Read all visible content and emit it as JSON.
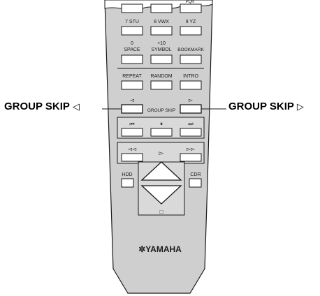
{
  "remote": {
    "top_row": [
      "7 STU",
      "8 VWX",
      "9 YZ"
    ],
    "row2": [
      {
        "line1": "0",
        "line2": "SPACE"
      },
      {
        "line1": "+10",
        "line2": "SYMBOL"
      },
      {
        "line1": "",
        "line2": "BOOKMARK"
      }
    ],
    "row3": [
      "REPEAT",
      "RANDOM",
      "INTRO"
    ],
    "group_skip_center_label": "GROUP SKIP",
    "group_left_symbol": "◅",
    "group_right_symbol": "▻",
    "transport1": [
      "⏮",
      "⏸",
      "⏭"
    ],
    "transport2": [
      "◅◅",
      "▻",
      "▻▻"
    ],
    "hdd_label": "HDD",
    "cdr_label": "CDR",
    "stop_symbol": "□",
    "brand": "YAMAHA",
    "partial_top_label": "PQR"
  },
  "callouts": {
    "left": {
      "text": "GROUP SKIP",
      "symbol": "◁"
    },
    "right": {
      "text": "GROUP SKIP",
      "symbol": "▷"
    }
  },
  "colors": {
    "body": "#cfcfcf",
    "panel": "#d9d9d9",
    "button": "#ffffff",
    "outline": "#1a1a1a"
  }
}
